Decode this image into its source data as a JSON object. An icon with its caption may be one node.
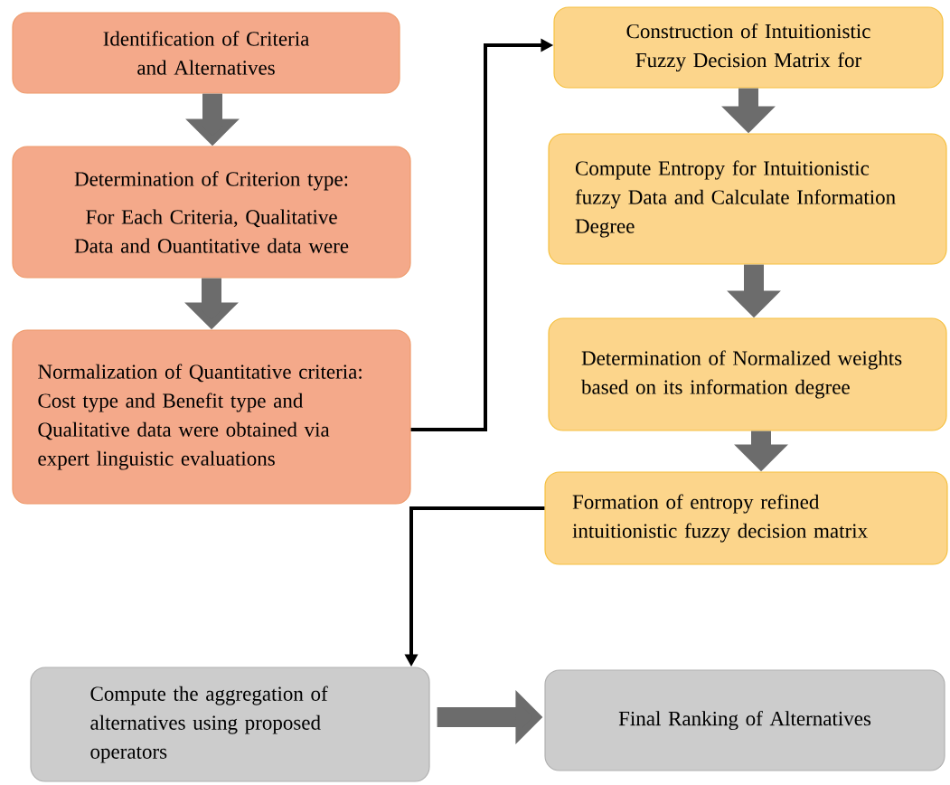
{
  "diagram": {
    "nodes": [
      {
        "text": [
          "Identification of Criteria and Alternatives"
        ]
      },
      {
        "text": [
          "Determination of Criterion type:",
          "For Each Criteria, Qualitative Data and Ouantitative data were"
        ]
      },
      {
        "text": [
          "Normalization of Quantitative criteria: Cost type and Benefit type and Qualitative data were obtained via expert linguistic evaluations"
        ]
      },
      {
        "text": [
          "Construction of Intuitionistic Fuzzy Decision Matrix for"
        ]
      },
      {
        "text": [
          "Compute Entropy for Intuitionistic fuzzy Data and Calculate Information Degree"
        ]
      },
      {
        "text": [
          "Determination of Normalized weights based on its information degree"
        ]
      },
      {
        "text": [
          "Formation of entropy refined intuitionistic fuzzy decision matrix"
        ]
      },
      {
        "text": [
          "Compute the aggregation of alternatives using proposed operators"
        ]
      },
      {
        "text": [
          "Final Ranking of Alternatives"
        ]
      }
    ],
    "edges": [
      {
        "from": 0,
        "to": 1,
        "arrow": "to"
      },
      {
        "from": 1,
        "to": 2,
        "arrow": "to"
      },
      {
        "from": 2,
        "to": 3,
        "arrow": "to",
        "color": "#000000"
      },
      {
        "from": 3,
        "to": 4,
        "arrow": "to"
      },
      {
        "from": 4,
        "to": 5,
        "arrow": "to"
      },
      {
        "from": 5,
        "to": 6,
        "arrow": "to"
      },
      {
        "from": 6,
        "to": 7,
        "arrow": "to",
        "color": "#000000"
      },
      {
        "from": 7,
        "to": 8,
        "arrow": "to"
      }
    ]
  }
}
